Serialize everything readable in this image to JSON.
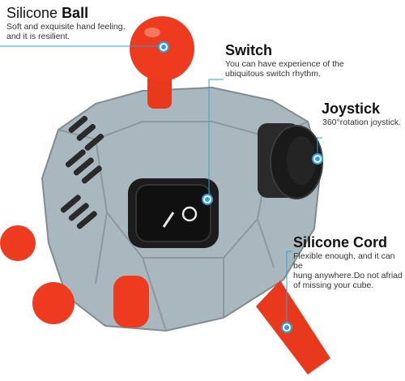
{
  "labels": {
    "ball": {
      "title_a": "Silicone",
      "title_b": "Ball",
      "desc_1": "Soft and exquisite hand feeling,",
      "desc_2": "and it is resilient."
    },
    "switch": {
      "title": "Switch",
      "desc_1": "You can have experience of the",
      "desc_2": "ubiquitous switch rhythm."
    },
    "joystick": {
      "title": "Joystick",
      "desc_1": "360°rotation joystick."
    },
    "cord": {
      "title": "Silicone Cord",
      "desc_1": "Flexible enough, and it can be",
      "desc_2": "hung anywhere.Do not afriad",
      "desc_3": "of missing your cube."
    }
  },
  "colors": {
    "cube": "#a9b8bf",
    "cube_shadow": "#8d9ba2",
    "accent_red": "#ee3a1e",
    "switch_black": "#161616",
    "callout_blue": "#2f9fe2"
  }
}
